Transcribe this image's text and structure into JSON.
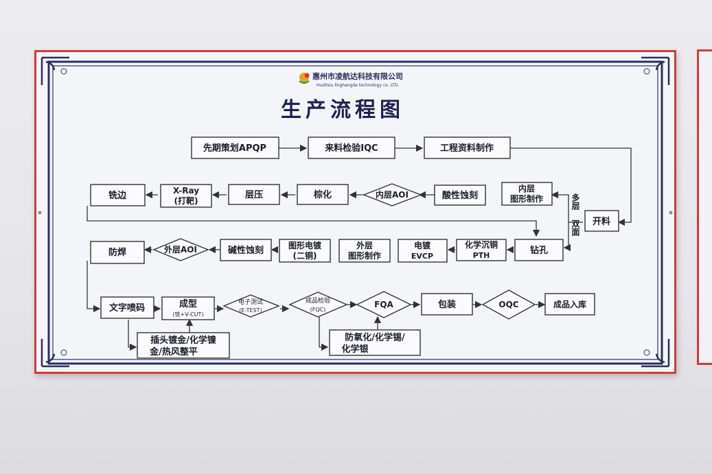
{
  "company": {
    "name_cn": "惠州市凌航达科技有限公司",
    "name_en": "Huizhou linghangda technology co. LTD."
  },
  "title": "生产流程图",
  "nodes": {
    "apqp": "先期策划APQP",
    "iqc": "来料检验IQC",
    "eng": "工程资料制作",
    "cut": "开料",
    "multilayer": "多层",
    "doubleside": "双面",
    "inner_pattern_1": "内层",
    "inner_pattern_2": "图形制作",
    "acid_etch": "酸性蚀刻",
    "inner_aoi": "内层AOI",
    "brown": "棕化",
    "press": "层压",
    "xray_1": "X-Ray",
    "xray_2": "(打靶)",
    "edge": "铣边",
    "drill": "钻孔",
    "pth_1": "化学沉铜",
    "pth_2": "PTH",
    "evcp_1": "电镀",
    "evcp_2": "EVCP",
    "outer_1": "外层",
    "outer_2": "图形制作",
    "plate2_1": "图形电镀",
    "plate2_2": "(二铜)",
    "alk_etch": "碱性蚀刻",
    "outer_aoi": "外层AOI",
    "mask": "防焊",
    "silk": "文字喷码",
    "form_1": "成型",
    "form_2": "(铣+V-CUT)",
    "etest_1": "电子测试",
    "etest_2": "(E-TEST)",
    "fqc_1": "成品检验",
    "fqc_2": "(FQC)",
    "fqa": "FQA",
    "pack": "包装",
    "oqc": "OQC",
    "store": "成品入库",
    "finish_a_1": "插头镀金/化学镍",
    "finish_a_2": "金/热风整平",
    "finish_b_1": "防氧化/化学锡/",
    "finish_b_2": "化学银"
  },
  "colors": {
    "frame_red": "#d23a3a",
    "border_navy": "#2a2f5e",
    "text": "#1c1c2a",
    "title": "#1f2150"
  }
}
